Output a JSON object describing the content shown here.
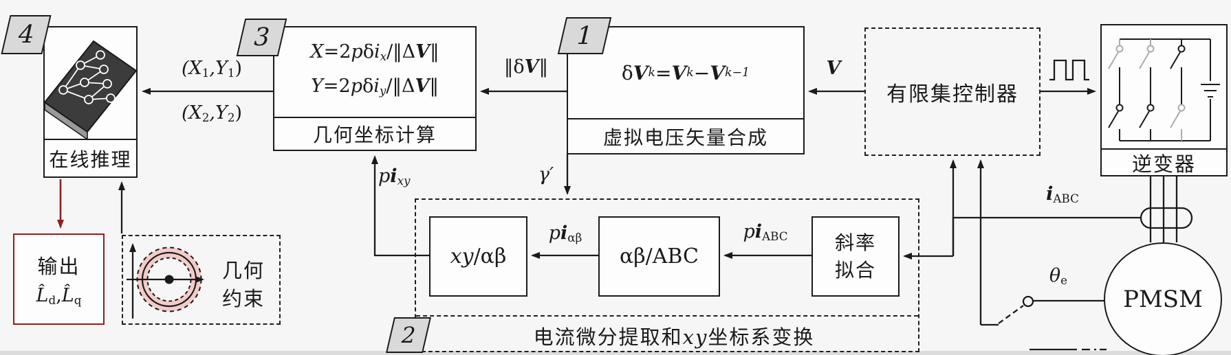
{
  "colors": {
    "accent_red": "#8e1f1f",
    "pink_band": "#f3cbc9",
    "tag_bg": "#d9d9d9",
    "line": "#1a1a1a",
    "inactive_gray": "#ababab"
  },
  "tags": {
    "one": "1",
    "two": "2",
    "three": "3",
    "four": "4"
  },
  "online_inference": {
    "label": "在线推理"
  },
  "output_box": {
    "title": "输出",
    "l1": "L̂",
    "l1s": "d",
    "comma": ",",
    "l2": "L̂",
    "l2s": "q"
  },
  "geo_constraint": {
    "line1": "几何",
    "line2": "约束"
  },
  "geo_calc": {
    "label": "几何坐标计算",
    "fx": {
      "v": "X",
      "pre": "=2",
      "p": "p",
      "delta": "δ",
      "i": "i",
      "sub": "x",
      "mid": "/‖Δ",
      "V": "V",
      "end": "‖"
    },
    "fy": {
      "v": "Y",
      "pre": "=2",
      "p": "p",
      "delta": "δ",
      "i": "i",
      "sub": "y",
      "mid": "/‖Δ",
      "V": "V",
      "end": "‖"
    }
  },
  "virtual_voltage": {
    "label": "虚拟电压矢量合成",
    "f": {
      "delta": "δ",
      "V1": "V",
      "k1": "k",
      "eq": "=",
      "V2": "V",
      "k2": "k",
      "minus": "−",
      "V3": "V",
      "k3": "k−1"
    }
  },
  "controller": {
    "label": "有限集控制器"
  },
  "inverter": {
    "label": "逆变器"
  },
  "pmsm": {
    "label": "PMSM"
  },
  "transform_chain": {
    "caption_a": "电流微分提取和",
    "caption_b": "xy",
    "caption_c": "坐标系变换",
    "xy_ab": {
      "a": "xy",
      "b": "/αβ"
    },
    "ab_abc": {
      "a": "αβ/ABC"
    },
    "slope": {
      "line1": "斜率",
      "line2": "拟合"
    }
  },
  "signals": {
    "xy1": {
      "a": "(X",
      "b": "1",
      "c": ",Y",
      "d": "1",
      "e": ")"
    },
    "xy2": {
      "a": "(X",
      "b": "2",
      "c": ",Y",
      "d": "2",
      "e": ")"
    },
    "norm_dv": {
      "a": "‖δ",
      "b": "V",
      "c": "‖"
    },
    "v": {
      "a": "V"
    },
    "gamma": {
      "a": "γ′"
    },
    "pixy": {
      "p": "p",
      "i": "i",
      "s": "xy"
    },
    "piab": {
      "p": "p",
      "i": "i",
      "s": "αβ"
    },
    "piabc": {
      "p": "p",
      "i": "i",
      "s": "ABC"
    },
    "iabc": {
      "i": "i",
      "s": "ABC"
    },
    "theta": {
      "t": "θ",
      "s": "e"
    }
  }
}
